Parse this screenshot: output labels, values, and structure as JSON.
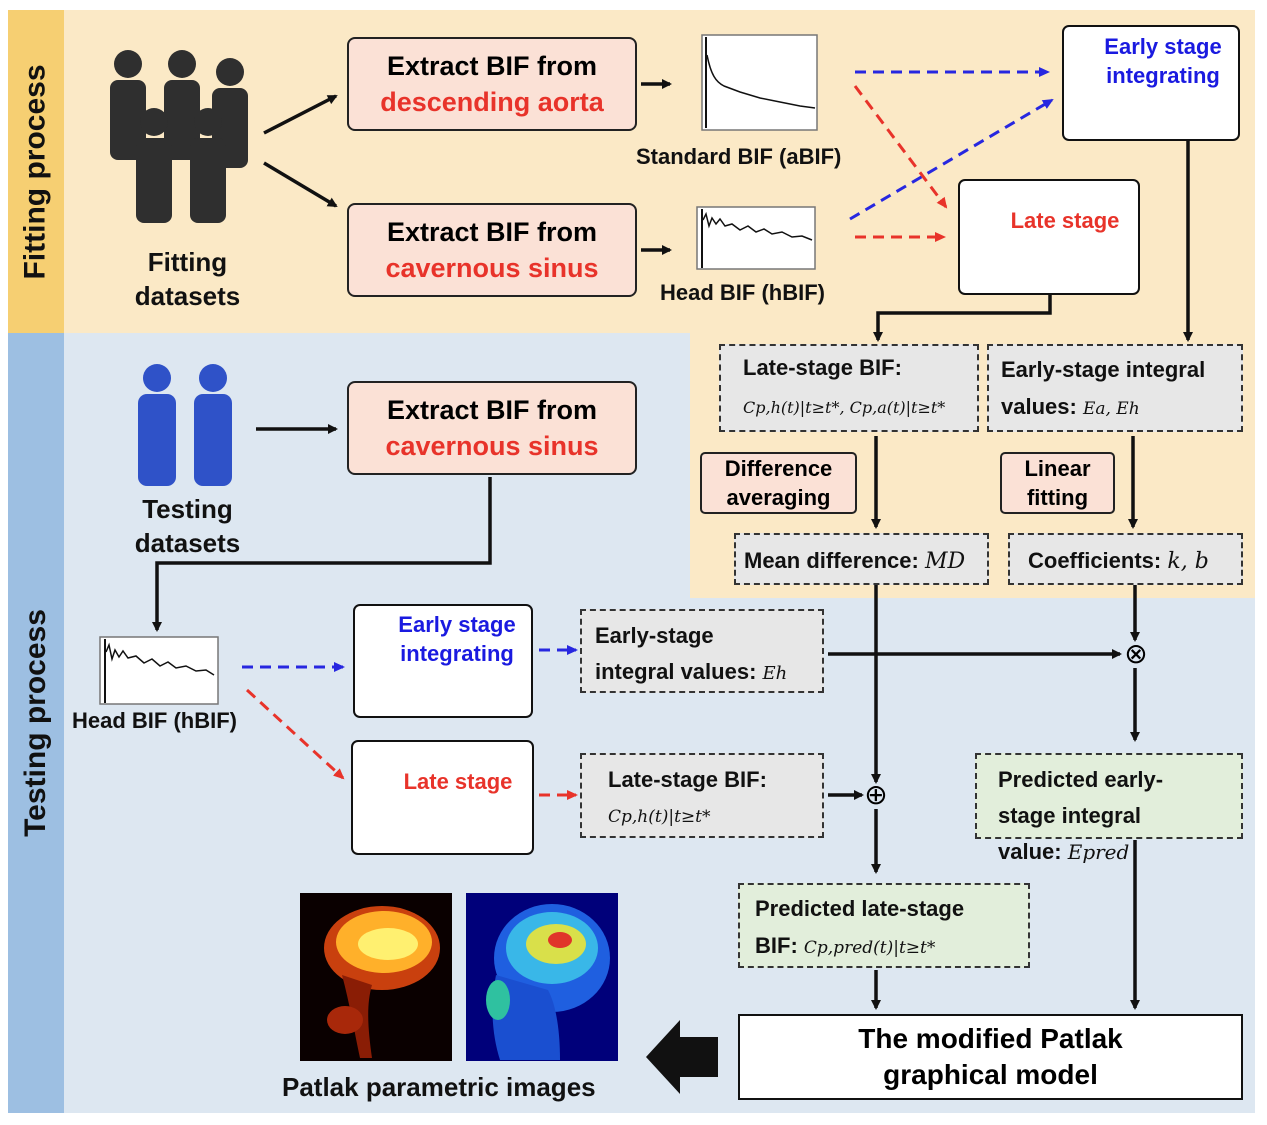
{
  "fitting": {
    "side_label": "Fitting process",
    "dataset_label": [
      "Fitting",
      "datasets"
    ],
    "box_aorta": {
      "line1": "Extract BIF from",
      "line2": "descending aorta"
    },
    "box_sinus": {
      "line1": "Extract BIF from",
      "line2": "cavernous sinus"
    },
    "standard_bif_label": "Standard BIF (aBIF)",
    "head_bif_label": "Head BIF (hBIF)",
    "early_card": [
      "Early stage",
      "integrating"
    ],
    "late_card": "Late stage",
    "late_stage_bif": {
      "title": "Late-stage BIF:",
      "formula": "Cp,h(t)|t≥t*, Cp,a(t)|t≥t*"
    },
    "early_integral": {
      "line1": "Early-stage integral",
      "line2": "values:",
      "formula": "Ea, Eh"
    },
    "diff_avg": [
      "Difference",
      "averaging"
    ],
    "linear_fit": [
      "Linear",
      "fitting"
    ],
    "mean_diff": {
      "label": "Mean difference:",
      "formula": "MD"
    },
    "coefficients": {
      "label": "Coefficients:",
      "formula": "k, b"
    }
  },
  "testing": {
    "side_label": "Testing process",
    "dataset_label": [
      "Testing",
      "datasets"
    ],
    "box_sinus": {
      "line1": "Extract BIF from",
      "line2": "cavernous sinus"
    },
    "head_bif_label": "Head BIF (hBIF)",
    "early_card": [
      "Early stage",
      "integrating"
    ],
    "late_card": "Late stage",
    "early_values": {
      "line1": "Early-stage",
      "line2": "integral values:",
      "formula": "Eh"
    },
    "late_bif": {
      "title": "Late-stage BIF:",
      "formula": "Cp,h(t)|t≥t*"
    },
    "otimes": "⊗",
    "oplus": "⊕",
    "pred_early": {
      "line1": "Predicted early-",
      "line2": "stage integral",
      "line3": "value:",
      "formula": "Epred"
    },
    "pred_late": {
      "line1": "Predicted late-stage",
      "line2": "BIF:",
      "formula": "Cp,pred(t)|t≥t*"
    },
    "patlak_model": [
      "The modified Patlak",
      "graphical model"
    ],
    "patlak_images_label": "Patlak parametric images"
  },
  "colors": {
    "fit_band": "#fbe9c6",
    "fit_side": "#f6cf72",
    "test_band": "#dde7f1",
    "test_side": "#9dbfe2",
    "red_text": "#e8332a",
    "blue_text": "#1a1ae0",
    "box_fill": "#fbe1d6",
    "gray_fill": "#e7e7e7",
    "green_fill": "#e2eedb"
  }
}
